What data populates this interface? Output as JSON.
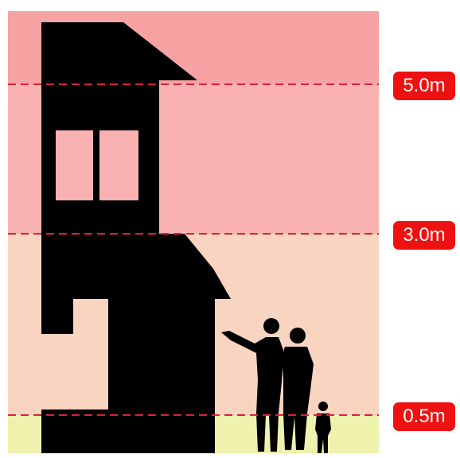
{
  "levels": [
    {
      "label": "5.0m",
      "depth_m": 5.0
    },
    {
      "label": "3.0m",
      "depth_m": 3.0
    },
    {
      "label": "0.5m",
      "depth_m": 0.5
    }
  ],
  "colors": {
    "zone_above_5m": "#f7a2a3",
    "zone_3m_to_5m": "#f9b1b1",
    "zone_05m_to_3m": "#f9d4c0",
    "zone_below_05m": "#eef2ad",
    "threshold_line": "#d8233a",
    "badge": "#ee1111",
    "silhouette": "#000000"
  },
  "icons": [
    "house-silhouette-icon",
    "family-silhouette-icon"
  ]
}
